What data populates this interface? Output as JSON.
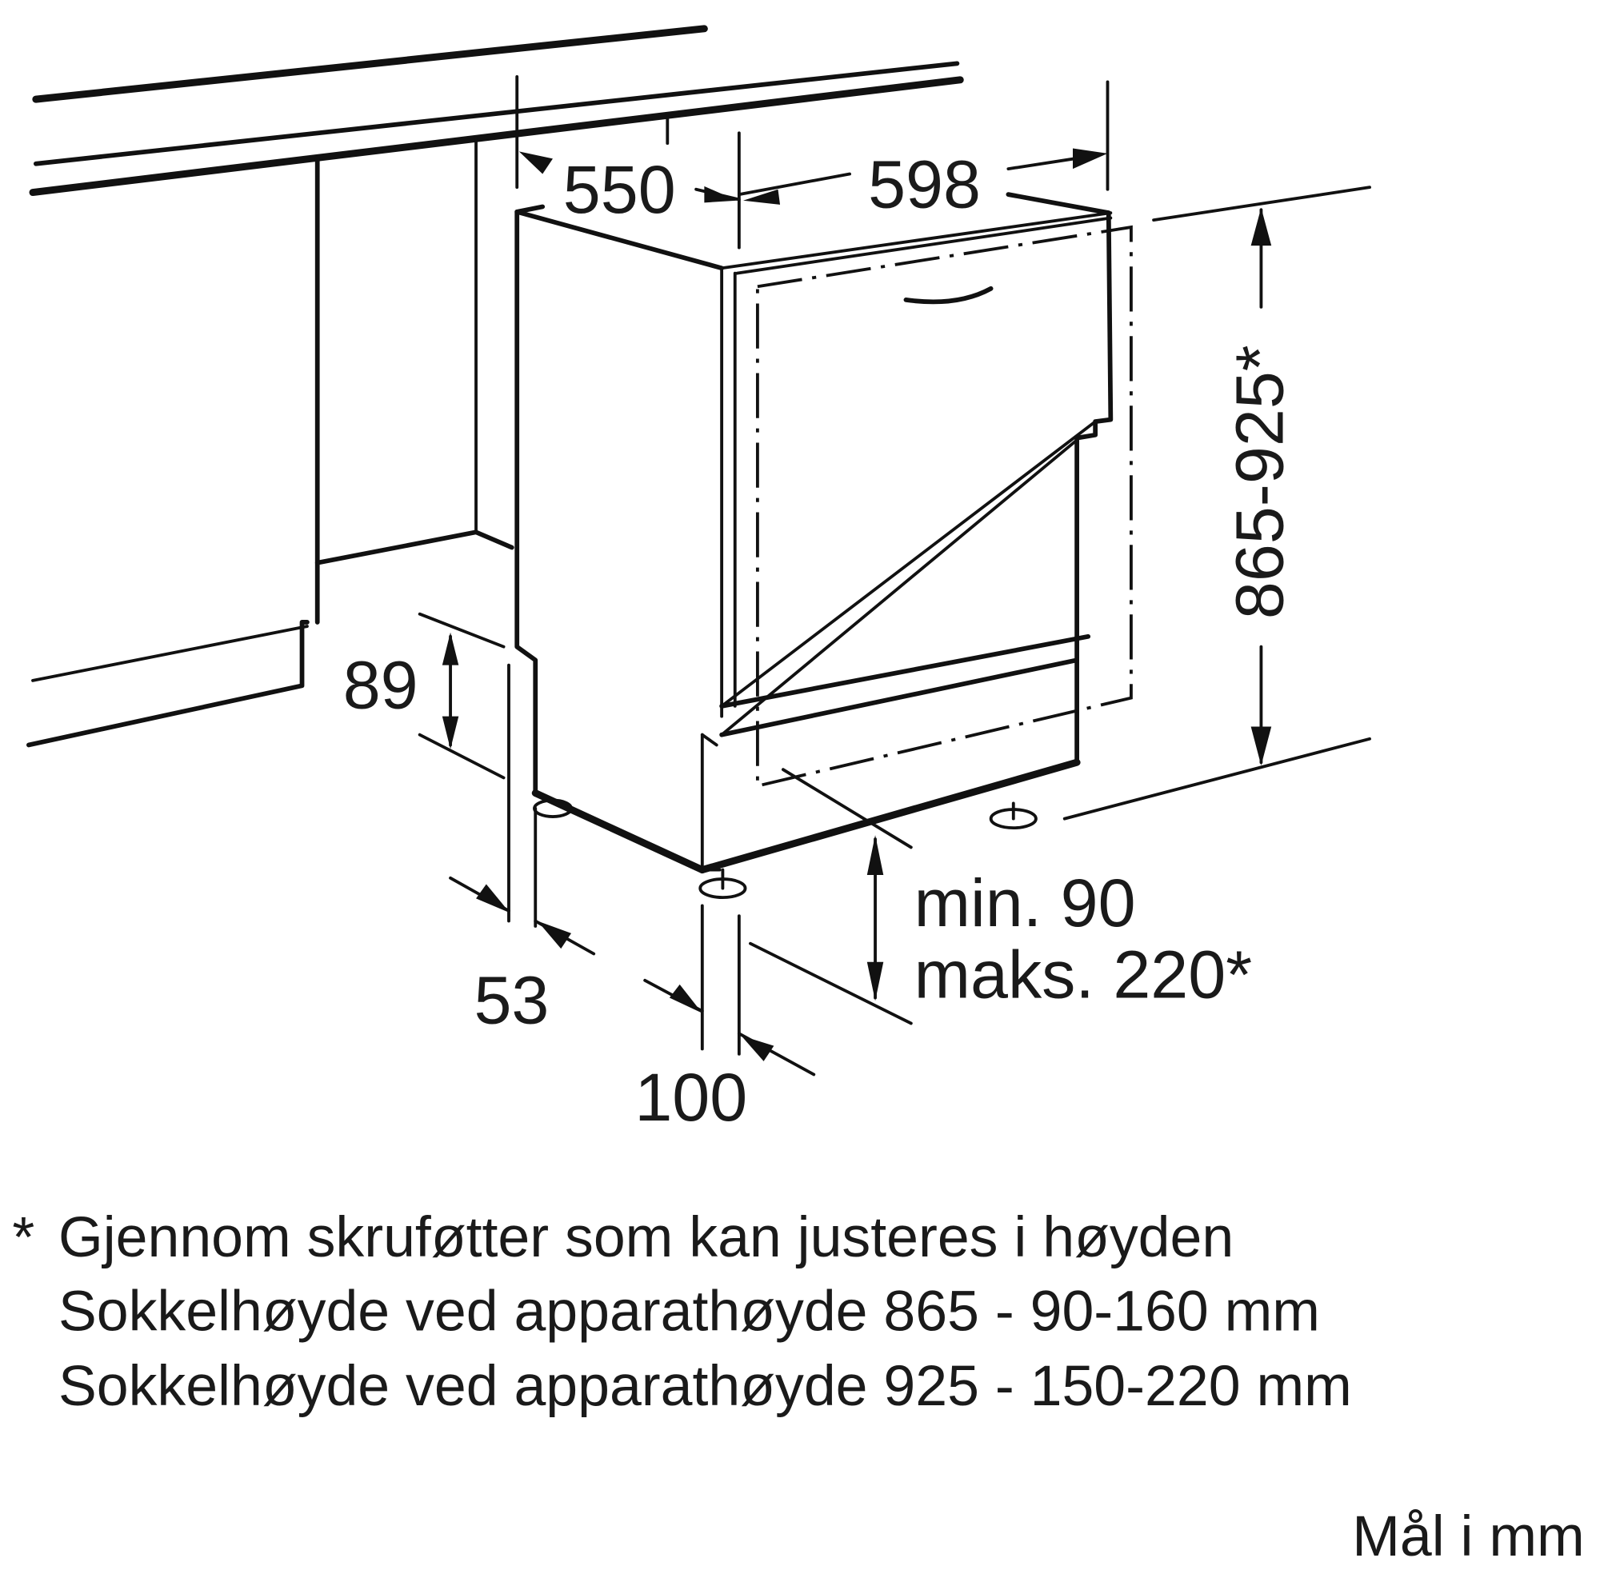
{
  "diagram": {
    "title": "Dishwasher built-in installation dimensions",
    "dimensions": {
      "depth": "550",
      "width": "598",
      "height": "865-925*",
      "door_offset": "89",
      "foot_setback": "53",
      "plinth_depth": "100",
      "plinth_min": "min. 90",
      "plinth_max": "maks. 220*"
    },
    "notes": {
      "asterisk": "*",
      "line1": "Gjennom skruføtter som kan justeres i høyden",
      "line2": "Sokkelhøyde ved apparathøyde 865 - 90-160 mm",
      "line3": "Sokkelhøyde ved apparathøyde 925 - 150-220 mm"
    },
    "units_label": "Mål i mm",
    "colors": {
      "line": "#111111",
      "background": "#ffffff"
    }
  }
}
